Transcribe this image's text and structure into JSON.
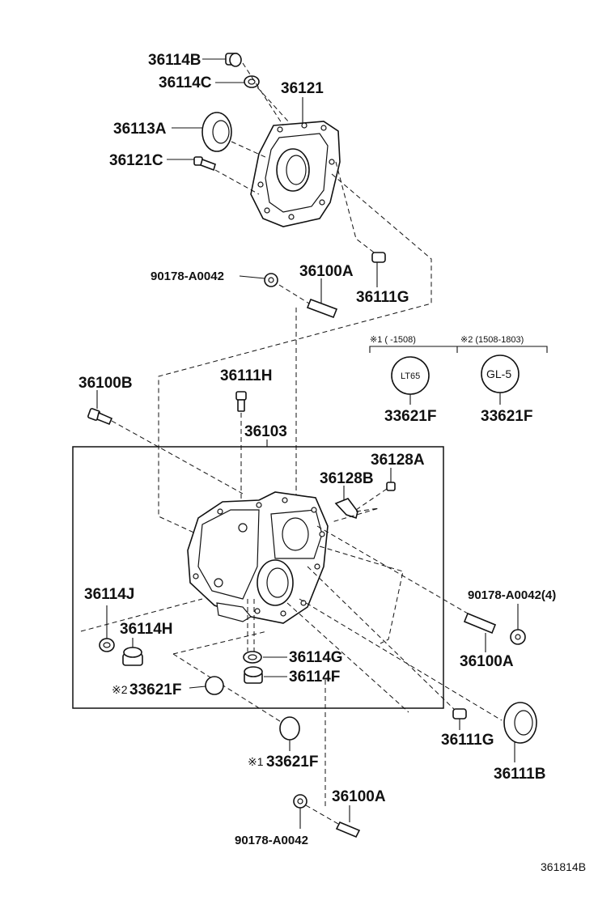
{
  "labels": {
    "p36114B": "36114B",
    "p36114C": "36114C",
    "p36121": "36121",
    "p36113A": "36113A",
    "p36121C": "36121C",
    "p90178_top": "90178-A0042",
    "p36100A_top": "36100A",
    "p36111G_top": "36111G",
    "p36100B": "36100B",
    "p36111H": "36111H",
    "p36103": "36103",
    "p36128A": "36128A",
    "p36128B": "36128B",
    "p36114J": "36114J",
    "p36114H": "36114H",
    "p36114G": "36114G",
    "p36114F": "36114F",
    "p33621F_left": "33621F",
    "p33621F_bottom": "33621F",
    "p90178_right": "90178-A0042(4)",
    "p36100A_right": "36100A",
    "p36111G_right": "36111G",
    "p36111B": "36111B",
    "p36100A_bottom": "36100A",
    "p90178_bottom": "90178-A0042",
    "p33621F_note1": "33621F",
    "p33621F_note2": "33621F"
  },
  "notes": {
    "note1_header": "※1 (      -1508)",
    "note2_header": "※2 (1508-1803)",
    "note1_mark": "※2",
    "note2_mark": "※1",
    "plug_lt65": "LT65",
    "plug_gl5": "GL-5"
  },
  "footer": {
    "figure_code": "361814B"
  }
}
